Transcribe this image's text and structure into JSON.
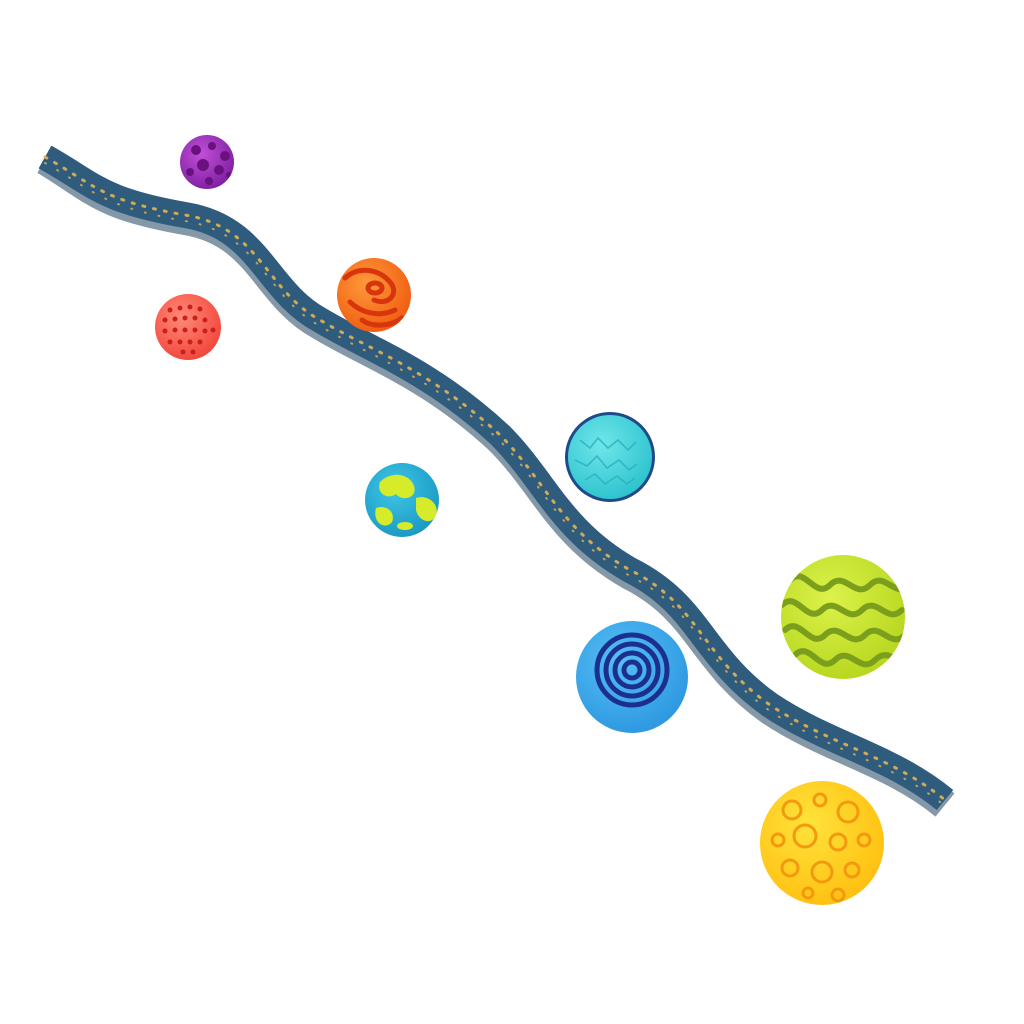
{
  "scene": {
    "background": "#ffffff",
    "track": {
      "color": "#2f5b7c",
      "edge": "#234a66",
      "star_color": "#e0b455"
    },
    "balls": [
      {
        "name": "purple-ball",
        "pattern": "spots",
        "base": "#9a2db0",
        "accent": "#6a1180"
      },
      {
        "name": "coral-ball",
        "pattern": "dots",
        "base": "#ff6b5a",
        "accent": "#c8201a"
      },
      {
        "name": "orange-ball",
        "pattern": "swirl",
        "base": "#ff7a1a",
        "accent": "#e0370f"
      },
      {
        "name": "cyan-ball",
        "pattern": "spiky",
        "base": "#3fd3d9",
        "accent": "#1f4a8a"
      },
      {
        "name": "earth-ball",
        "pattern": "continents",
        "base": "#28b4d6",
        "accent": "#d6ec2a"
      },
      {
        "name": "green-ball",
        "pattern": "waves",
        "base": "#c9e72a",
        "accent": "#7b9f1c"
      },
      {
        "name": "blue-ball",
        "pattern": "rings",
        "base": "#35a9ee",
        "accent": "#1b2f8f"
      },
      {
        "name": "yellow-ball",
        "pattern": "craters",
        "base": "#ffd21a",
        "accent": "#f2a10f"
      }
    ]
  }
}
